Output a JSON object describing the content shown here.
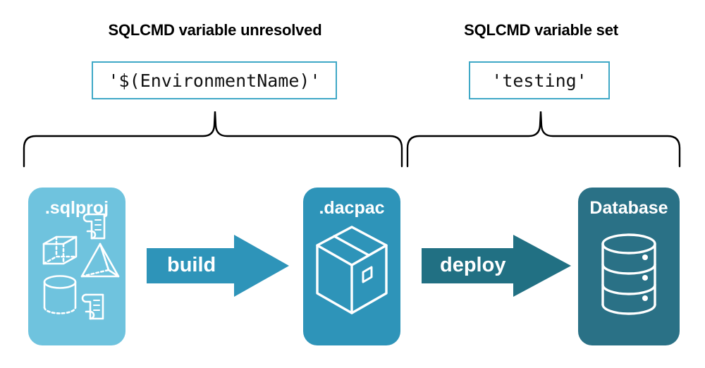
{
  "diagram": {
    "title_left": "SQLCMD variable unresolved",
    "title_right": "SQLCMD variable set",
    "code_left": "'$(EnvironmentName)'",
    "code_right": "'testing'",
    "colors": {
      "sqlproj_fill": "#6FC3DE",
      "dacpac_fill": "#2E94B9",
      "database_fill": "#2A7186",
      "build_arrow": "#2E94B9",
      "deploy_arrow": "#217083",
      "code_border": "#3FA8C6",
      "brace_stroke": "#000000",
      "text_dark": "#000000",
      "text_light": "#ffffff",
      "background": "#ffffff"
    },
    "stages": [
      {
        "id": "sqlproj",
        "label": ".sqlproj",
        "icons": [
          "cube-icon",
          "pyramid-icon",
          "cylinder-icon",
          "scroll-icon",
          "scroll-icon"
        ]
      },
      {
        "id": "dacpac",
        "label": ".dacpac",
        "icons": [
          "package-box-icon"
        ]
      },
      {
        "id": "database",
        "label": "Database",
        "icons": [
          "database-cylinder-icon"
        ]
      }
    ],
    "arrows": [
      {
        "id": "build",
        "label": "build"
      },
      {
        "id": "deploy",
        "label": "deploy"
      }
    ]
  }
}
